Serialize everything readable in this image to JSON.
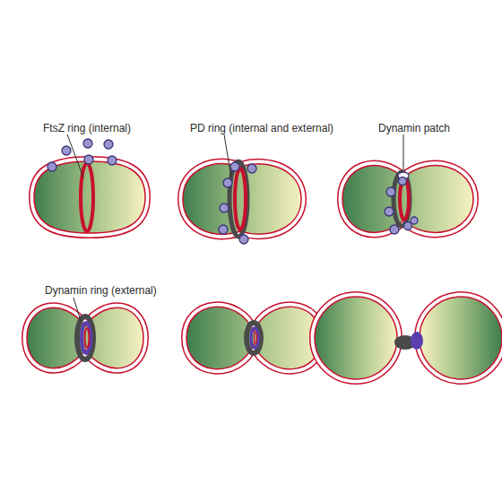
{
  "diagram": {
    "labels": [
      "FtsZ ring (internal)",
      "PD ring (internal and external)",
      "Dynamin patch",
      "Dynamin ring (external)"
    ]
  }
}
